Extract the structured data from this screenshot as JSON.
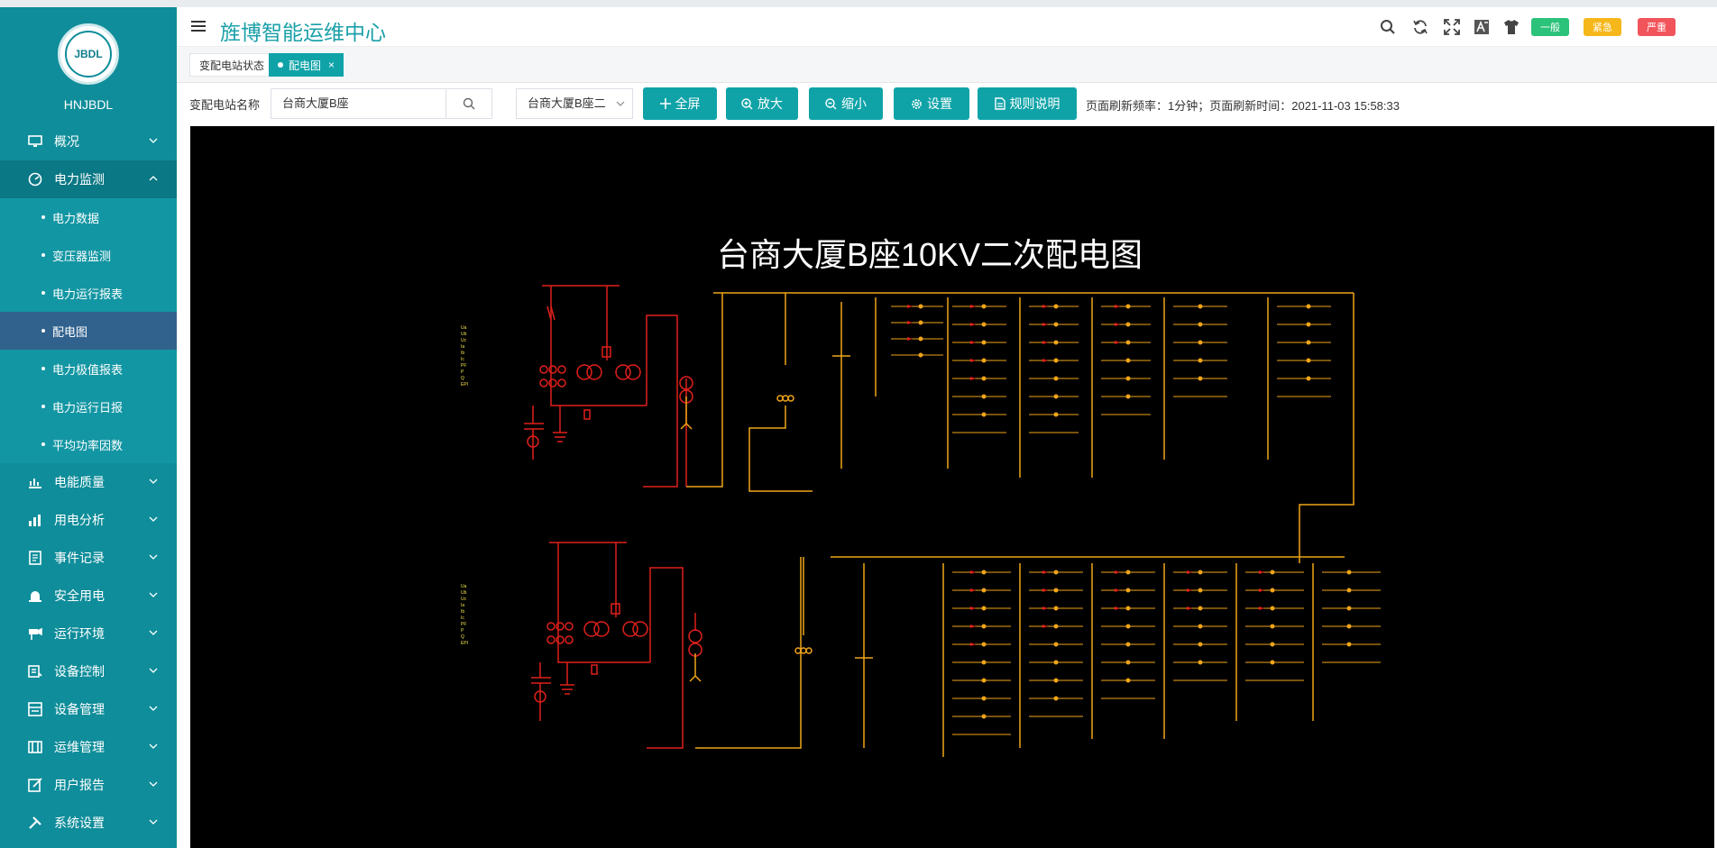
{
  "header": {
    "title": "旌博智能运维中心",
    "badges": [
      {
        "label": "一般",
        "color": "#2bc27a"
      },
      {
        "label": "紧急",
        "color": "#f6b71a"
      },
      {
        "label": "严重",
        "color": "#f1545b"
      }
    ]
  },
  "sidebar": {
    "logo_text": "JBDL",
    "company": "HNJBDL",
    "items": [
      {
        "label": "概况",
        "icon": "monitor-icon"
      },
      {
        "label": "电力监测",
        "icon": "gauge-icon",
        "open": true,
        "children": [
          "电力数据",
          "变压器监测",
          "电力运行报表",
          "配电图",
          "电力极值报表",
          "电力运行日报",
          "平均功率因数"
        ]
      },
      {
        "label": "电能质量",
        "icon": "chart-icon"
      },
      {
        "label": "用电分析",
        "icon": "bar-chart-icon"
      },
      {
        "label": "事件记录",
        "icon": "record-icon"
      },
      {
        "label": "安全用电",
        "icon": "alarm-icon"
      },
      {
        "label": "运行环境",
        "icon": "camera-icon"
      },
      {
        "label": "设备控制",
        "icon": "control-icon"
      },
      {
        "label": "设备管理",
        "icon": "device-icon"
      },
      {
        "label": "运维管理",
        "icon": "maintenance-icon"
      },
      {
        "label": "用户报告",
        "icon": "report-icon"
      },
      {
        "label": "系统设置",
        "icon": "tools-icon"
      }
    ],
    "active_child": "配电图"
  },
  "tabs": [
    {
      "label": "变配电站状态"
    },
    {
      "label": "配电图",
      "active": true
    }
  ],
  "toolbar": {
    "station_label": "变配电站名称",
    "station_value": "台商大厦B座",
    "select_value": "台商大厦B座二",
    "buttons": [
      "全屏",
      "放大",
      "缩小",
      "设置",
      "规则说明"
    ],
    "refresh_info": "页面刷新频率：1分钟；页面刷新时间：2021-11-03 15:58:33"
  },
  "diagram": {
    "title": "台商大厦B座10KV二次配电图"
  }
}
